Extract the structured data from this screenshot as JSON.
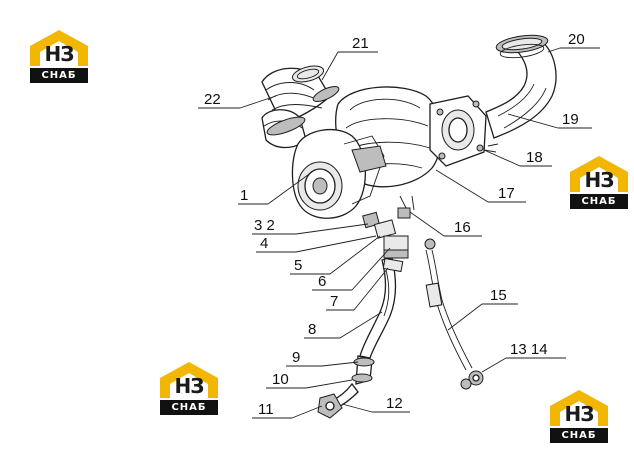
{
  "watermark": {
    "mark_text": "НЗ",
    "plate_text": "СНАБ",
    "colors": {
      "roof": "#f2b705",
      "plate": "#111111",
      "ink": "#1a1a1a"
    }
  },
  "callouts": [
    {
      "id": "c1",
      "label": "1"
    },
    {
      "id": "c32",
      "label": "3 2"
    },
    {
      "id": "c4",
      "label": "4"
    },
    {
      "id": "c5",
      "label": "5"
    },
    {
      "id": "c6",
      "label": "6"
    },
    {
      "id": "c7",
      "label": "7"
    },
    {
      "id": "c8",
      "label": "8"
    },
    {
      "id": "c9",
      "label": "9"
    },
    {
      "id": "c10",
      "label": "10"
    },
    {
      "id": "c11",
      "label": "11"
    },
    {
      "id": "c12",
      "label": "12"
    },
    {
      "id": "c1314",
      "label": "13 14"
    },
    {
      "id": "c15",
      "label": "15"
    },
    {
      "id": "c16",
      "label": "16"
    },
    {
      "id": "c17",
      "label": "17"
    },
    {
      "id": "c18",
      "label": "18"
    },
    {
      "id": "c19",
      "label": "19"
    },
    {
      "id": "c20",
      "label": "20"
    },
    {
      "id": "c21",
      "label": "21"
    },
    {
      "id": "c22",
      "label": "22"
    }
  ]
}
